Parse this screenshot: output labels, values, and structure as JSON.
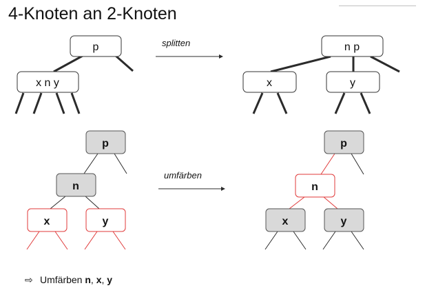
{
  "title": "4-Knoten an 2-Knoten",
  "colors": {
    "stroke": "#2b2b2b",
    "red": "#e03a3a",
    "gray_fill": "#d9d9d9",
    "white_fill": "#ffffff"
  },
  "top": {
    "left_parent": "p",
    "left_child": "x n y",
    "arrow_label": "splitten",
    "right_parent": "n p",
    "right_child_left": "x",
    "right_child_right": "y"
  },
  "bottom": {
    "left_p": "p",
    "left_n": "n",
    "left_x": "x",
    "left_y": "y",
    "arrow_label": "umfärben",
    "right_p": "p",
    "right_n": "n",
    "right_x": "x",
    "right_y": "y"
  },
  "bullet": {
    "icon": "right-arrow-outline-icon",
    "glyph": "⇨",
    "text": "Umfärben",
    "items": [
      "n",
      "x",
      "y"
    ],
    "sep1": ", ",
    "sep2": ", "
  }
}
